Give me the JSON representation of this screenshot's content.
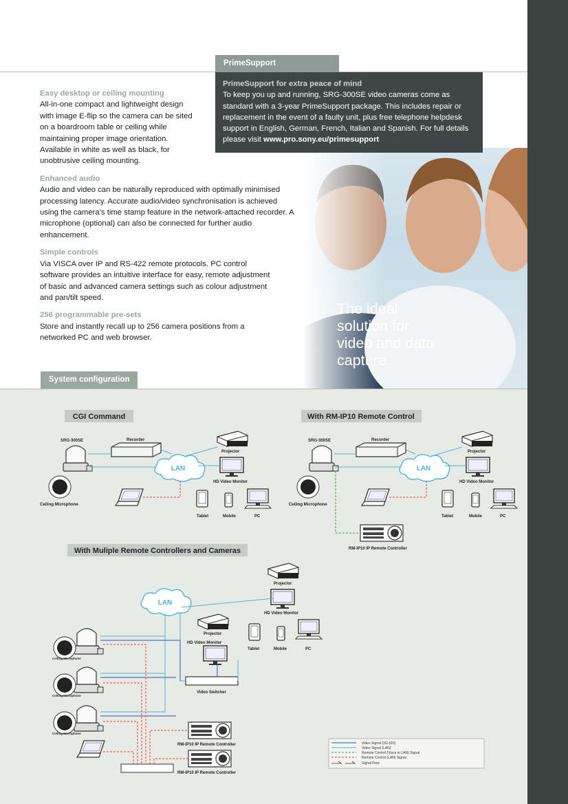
{
  "primesupport": {
    "tab": "PrimeSupport",
    "heading": "PrimeSupport for extra peace of mind",
    "body": "To keep you up and running, SRG-300SE video cameras come as standard with a 3-year PrimeSupport package. This includes repair or replacement in the event of a faulty unit, plus free telephone helpdesk support in English, German, French, Italian and Spanish. For full details please visit ",
    "url": "www.pro.sony.eu/primesupport"
  },
  "tagline": "The ideal solution for video and data capture",
  "features": [
    {
      "title": "Easy desktop or ceiling mounting",
      "body": "All-in-one compact and lightweight design with image E-flip so the camera can be sited on a boardroom table or ceiling while maintaining proper image orientation. Available in white as well as black, for unobtrusive ceiling mounting."
    },
    {
      "title": "Enhanced audio",
      "body": "Audio and video can be naturally reproduced with optimally minimised processing latency. Accurate audio/video synchronisation is achieved using the camera’s time stamp feature in the network-attached recorder. A microphone (optional) can also be connected for further audio enhancement."
    },
    {
      "title": "Simple controls",
      "body": "Via VISCA over IP and RS-422 remote protocols. PC control software provides an intuitive interface for easy, remote adjustment of basic and advanced camera settings such as colour adjustment and pan/tilt speed."
    },
    {
      "title": "256 programmable pre-sets",
      "body": "Store and instantly recall up to 256 camera positions from a networked PC and web browser."
    }
  ],
  "system_tab": "System configuration",
  "diagram": {
    "cgi": {
      "title": "CGI Command",
      "camera": "SRG-300SE",
      "recorder": "Recorder",
      "projector": "Projector",
      "monitor": "HD Video Monitor",
      "lan": "LAN",
      "mic": "Ceiling Microphone",
      "tablet": "Tablet",
      "mobile": "Mobile",
      "pc": "PC"
    },
    "rm": {
      "title": "With RM-IP10 Remote Control",
      "camera": "SRG-300SE",
      "recorder": "Recorder",
      "projector": "Projector",
      "monitor": "HD Video Monitor",
      "lan": "LAN",
      "mic": "Ceiling Microphone",
      "tablet": "Tablet",
      "mobile": "Mobile",
      "pc": "PC",
      "controller": "RM-IP10 IP Remote Controller"
    },
    "multi": {
      "title": "With Muliple Remote Controllers and Cameras",
      "lan": "LAN",
      "projector_top": "Projector",
      "monitor_top": "HD Video Monitor",
      "projector": "Projector",
      "monitor": "HD Video Monitor",
      "tablet": "Tablet",
      "mobile": "Mobile",
      "pc": "PC",
      "switcher": "Video Switcher",
      "mic1": "Ceiling Microphone",
      "mic2": "Ceiling Microphone",
      "mic3": "Ceiling Microphone",
      "controller1": "RM-IP10 IP Remote Controller",
      "controller2": "RM-IP10 IP Remote Controller"
    },
    "legend": [
      {
        "label": "Video Signal (3G-SDI)",
        "color": "#1f5fa8"
      },
      {
        "label": "Video Signal (LAN)",
        "color": "#4fb3e0"
      },
      {
        "label": "Remote Control (Visca or LAN) Signal",
        "color": "#3aa04a"
      },
      {
        "label": "Remote Control (LAN) Signal",
        "color": "#e8412c"
      },
      {
        "label": "Signal Flow",
        "color": "#333333"
      }
    ]
  }
}
